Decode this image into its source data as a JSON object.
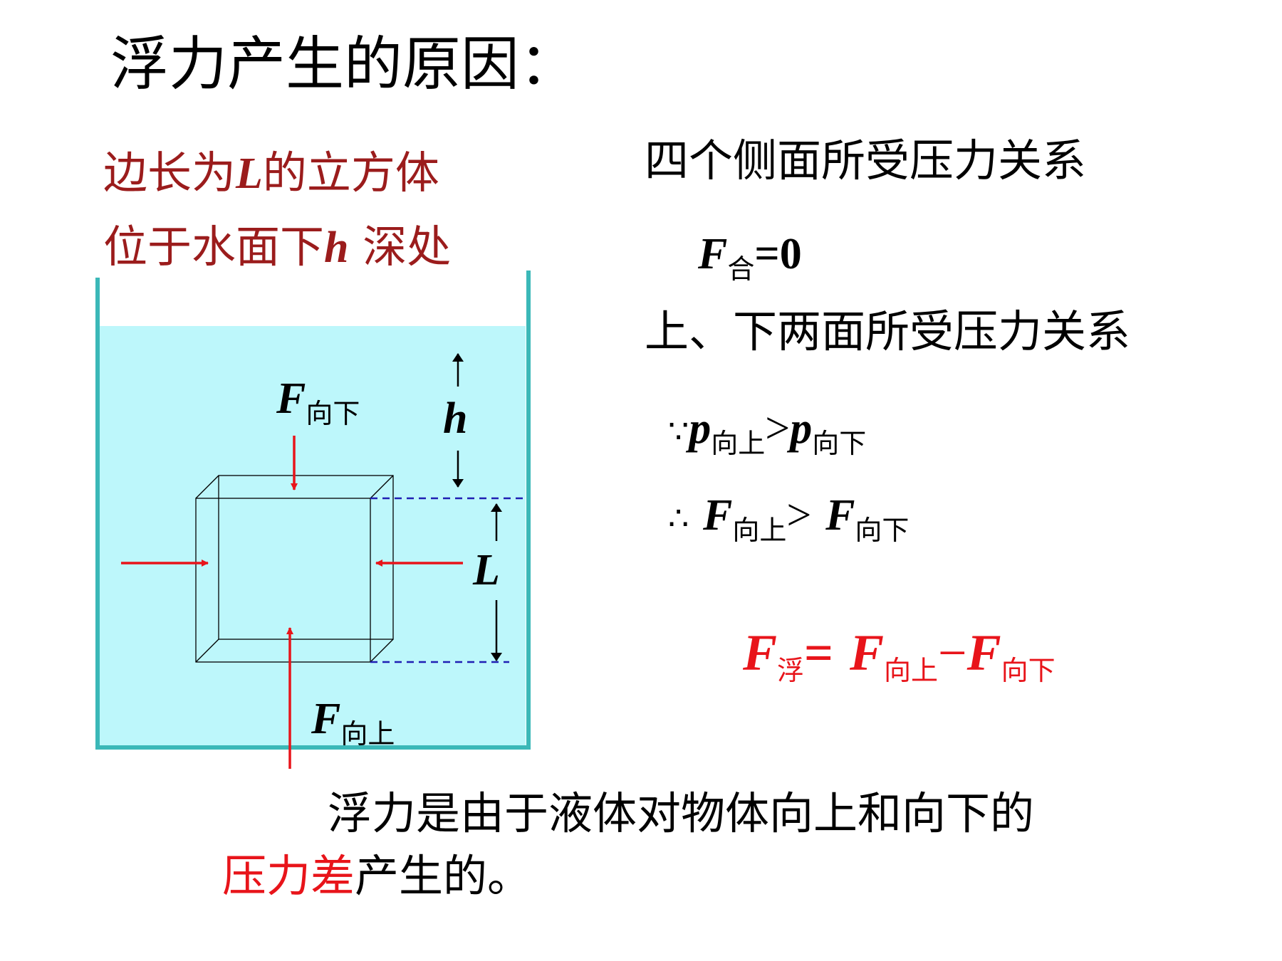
{
  "title": "浮力产生的原因：",
  "cube_desc": {
    "line1_pre": "边长为",
    "line1_var": "L",
    "line1_post": "的立方体",
    "line2_pre": "位于水面下",
    "line2_var": "h",
    "line2_post": " 深处"
  },
  "diagram": {
    "f_down_symbol": "F",
    "f_down_sub": "向下",
    "f_up_symbol": "F",
    "f_up_sub": "向上",
    "h_label": "h",
    "l_label": "L"
  },
  "side_faces": {
    "heading": "四个侧面所受压力关系",
    "eq_symbol": "F",
    "eq_sub": "合",
    "eq_rest": "=0"
  },
  "top_bottom": {
    "heading": "上、下两面所受压力关系",
    "because_sym": "∵",
    "p_symbol": "p",
    "p_up_sub": "向上",
    "gt": ">",
    "p_down_sub": "向下",
    "therefore_sym": "∴",
    "f_symbol": "F",
    "f_up_sub": "向上",
    "f_down_sub": "向下"
  },
  "formula": {
    "f_buoy": "F",
    "f_buoy_sub": "浮",
    "eq": "=",
    "f_up": "F",
    "f_up_sub": "向上",
    "minus": "−",
    "f_down": "F",
    "f_down_sub": "向下"
  },
  "conclusion": {
    "line1": "浮力是由于液体对物体向上和向下的",
    "highlight": "压力差",
    "line2_rest": "产生的。"
  },
  "colors": {
    "water": "#bdf7fb",
    "container": "#3bb8b8",
    "arrow_red": "#e8141a",
    "dark_red_text": "#9b1c1c",
    "dashed_blue": "#1f1fb4"
  }
}
